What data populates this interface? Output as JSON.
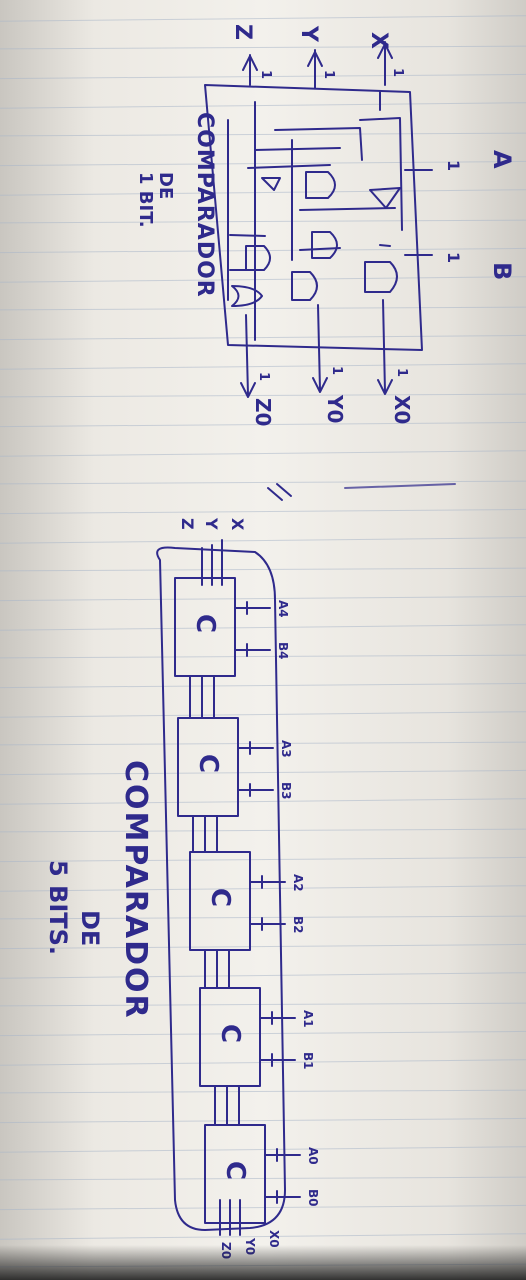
{
  "top_circuit": {
    "inputs": [
      "X",
      "Y",
      "Z"
    ],
    "input_marks": [
      "1",
      "1",
      "1"
    ],
    "bit_inputs": [
      "A",
      "B"
    ],
    "bit_marks": [
      "1",
      "1"
    ],
    "outputs": [
      "X0",
      "Y0",
      "Z0"
    ],
    "output_marks": [
      "1",
      "1",
      "1"
    ],
    "title": [
      "COMPARADOR",
      "DE",
      "1 BIT."
    ]
  },
  "bottom_circuit": {
    "inputs": [
      "X",
      "Y",
      "Z"
    ],
    "block_label": "C",
    "blocks": [
      {
        "a": "A4",
        "b": "B4"
      },
      {
        "a": "A3",
        "b": "B3"
      },
      {
        "a": "A2",
        "b": "B2"
      },
      {
        "a": "A1",
        "b": "B1"
      },
      {
        "a": "A0",
        "b": "B0"
      }
    ],
    "outputs": [
      "X0",
      "Y0",
      "Z0"
    ],
    "title": [
      "COMPARADOR",
      "DE",
      "5 BITS."
    ]
  },
  "colors": {
    "ink": "#2f2a8c",
    "paper": "#f3f1ec",
    "rule": "#a9b7c8"
  }
}
